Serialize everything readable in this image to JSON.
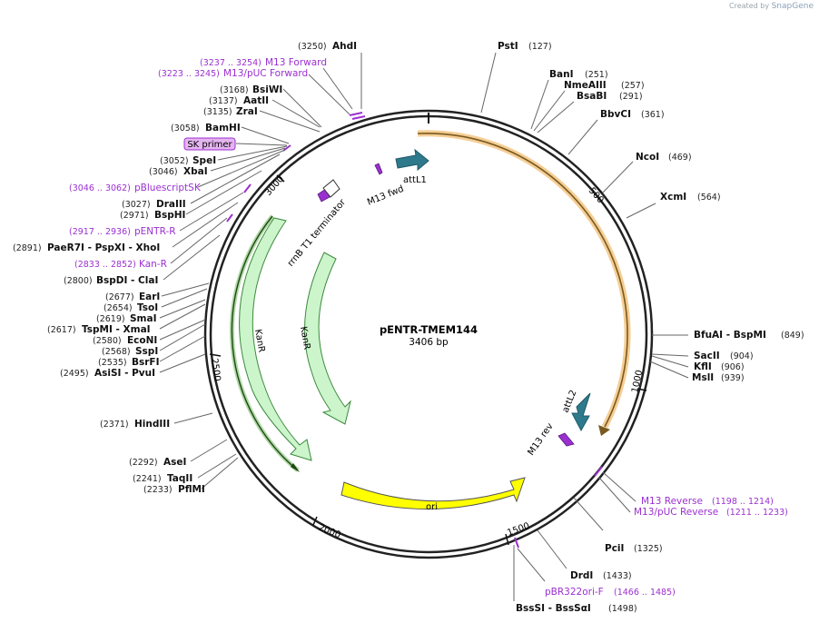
{
  "branding": {
    "created_by": "Created by",
    "app": "SnapGene"
  },
  "plasmid": {
    "name": "pENTR-TMEM144",
    "length_label": "3406 bp",
    "length": 3406
  },
  "ticks": [
    "500",
    "1000",
    "1500",
    "2000",
    "2500",
    "3000"
  ],
  "sites": [
    {
      "name": "AhdI",
      "pos": "(3250)"
    },
    {
      "name": "BsiWI",
      "pos": "(3168)"
    },
    {
      "name": "AatII",
      "pos": "(3137)"
    },
    {
      "name": "ZraI",
      "pos": "(3135)"
    },
    {
      "name": "BamHI",
      "pos": "(3058)"
    },
    {
      "name": "SpeI",
      "pos": "(3052)"
    },
    {
      "name": "XbaI",
      "pos": "(3046)"
    },
    {
      "name": "DraIII",
      "pos": "(3027)"
    },
    {
      "name": "BspHI",
      "pos": "(2971)"
    },
    {
      "name": "PaeR7I - PspXI - XhoI",
      "pos": "(2891)"
    },
    {
      "name": "BspDI - ClaI",
      "pos": "(2800)"
    },
    {
      "name": "EarI",
      "pos": "(2677)"
    },
    {
      "name": "TsoI",
      "pos": "(2654)"
    },
    {
      "name": "SmaI",
      "pos": "(2619)"
    },
    {
      "name": "TspMI - XmaI",
      "pos": "(2617)"
    },
    {
      "name": "EcoNI",
      "pos": "(2580)"
    },
    {
      "name": "SspI",
      "pos": "(2568)"
    },
    {
      "name": "BsrFI",
      "pos": "(2535)"
    },
    {
      "name": "AsiSI - PvuI",
      "pos": "(2495)"
    },
    {
      "name": "HindIII",
      "pos": "(2371)"
    },
    {
      "name": "AseI",
      "pos": "(2292)"
    },
    {
      "name": "TaqII",
      "pos": "(2241)"
    },
    {
      "name": "PflMI",
      "pos": "(2233)"
    },
    {
      "name": "PstI",
      "pos": "(127)"
    },
    {
      "name": "BanI",
      "pos": "(251)"
    },
    {
      "name": "NmeAIII",
      "pos": "(257)"
    },
    {
      "name": "BsaBI",
      "pos": "(291)"
    },
    {
      "name": "BbvCI",
      "pos": "(361)"
    },
    {
      "name": "NcoI",
      "pos": "(469)"
    },
    {
      "name": "XcmI",
      "pos": "(564)"
    },
    {
      "name": "BfuAI - BspMI",
      "pos": "(849)"
    },
    {
      "name": "SacII",
      "pos": "(904)"
    },
    {
      "name": "KflI",
      "pos": "(906)"
    },
    {
      "name": "MslI",
      "pos": "(939)"
    },
    {
      "name": "PciI",
      "pos": "(1325)"
    },
    {
      "name": "DrdI",
      "pos": "(1433)"
    },
    {
      "name": "BssSI - BssSαI",
      "pos": "(1498)"
    }
  ],
  "primers": [
    {
      "name": "M13 Forward",
      "pos": "(3237 .. 3254)"
    },
    {
      "name": "M13/pUC Forward",
      "pos": "(3223 .. 3245)"
    },
    {
      "name": "pBluescriptSK",
      "pos": "(3046 .. 3062)"
    },
    {
      "name": "pENTR-R",
      "pos": "(2917 .. 2936)"
    },
    {
      "name": "Kan-R",
      "pos": "(2833 .. 2852)"
    },
    {
      "name": "M13 Reverse",
      "pos": "(1198 .. 1214)"
    },
    {
      "name": "M13/pUC Reverse",
      "pos": "(1211 .. 1233)"
    },
    {
      "name": "pBR322ori-F",
      "pos": "(1466 .. 1485)"
    }
  ],
  "sk_primer": "SK primer",
  "features": {
    "rrnb": "rrnB T1 terminator",
    "m13fwd": "M13 fwd",
    "attl1": "attL1",
    "attl2": "attL2",
    "m13rev": "M13 rev",
    "kanr_outer": "KanR",
    "kanr_inner": "KanR",
    "ori": "ori"
  },
  "colors": {
    "backbone": "#222222",
    "primer": "#9b30d0",
    "kanr_fill": "#ccf5cc",
    "kanr_stroke": "#3d8a3d",
    "kanr_outer_highlight": "#3a9a20",
    "ori_fill": "#ffff00",
    "att_fill": "#2e7a8c",
    "orf_highlight": "#f2c27a",
    "orf_line": "#7a5a20"
  }
}
